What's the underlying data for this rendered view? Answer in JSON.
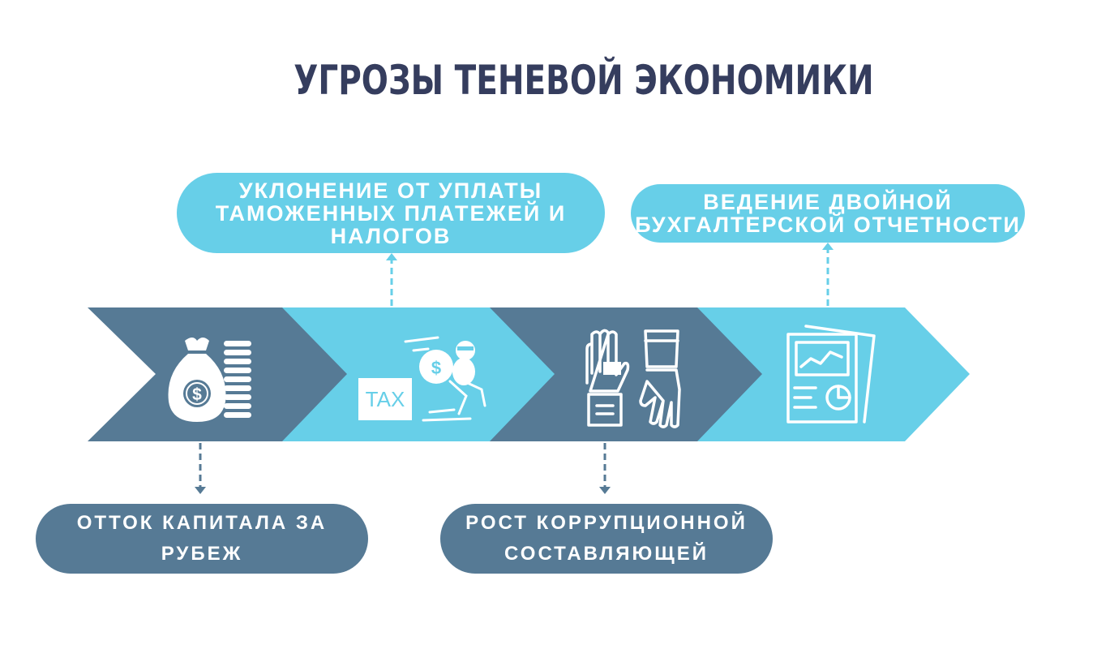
{
  "title": "УГРОЗЫ ТЕНЕВОЙ ЭКОНОМИКИ",
  "threats": {
    "customs_evasion": {
      "line1": "УКЛОНЕНИЕ ОТ УПЛАТЫ",
      "line2": "ТАМОЖЕННЫХ ПЛАТЕЖЕЙ И",
      "line3": "НАЛОГОВ"
    },
    "double_accounting": {
      "line1": "ВЕДЕНИЕ ДВОЙНОЙ",
      "line2": "БУХГАЛТЕРСКОЙ ОТЧЕТНОСТИ"
    },
    "capital_flight": {
      "line1": "ОТТОК КАПИТАЛА ЗА",
      "line2": "РУБЕЖ"
    },
    "corruption": {
      "line1": "РОСТ КОРРУПЦИОННОЙ",
      "line2": "СОСТАВЛЯЮЩЕЙ"
    }
  },
  "icons": {
    "step1": "money-bag-coins-icon",
    "step2": "tax-evasion-thief-icon",
    "step3": "bribe-hands-icon",
    "step4": "financial-report-icon",
    "tax_label": "TAX"
  },
  "colors": {
    "dark": "#567a95",
    "light": "#67cfe8",
    "title": "#353d5e",
    "connector_dark": "#567a95",
    "connector_light": "#67cfe8"
  }
}
